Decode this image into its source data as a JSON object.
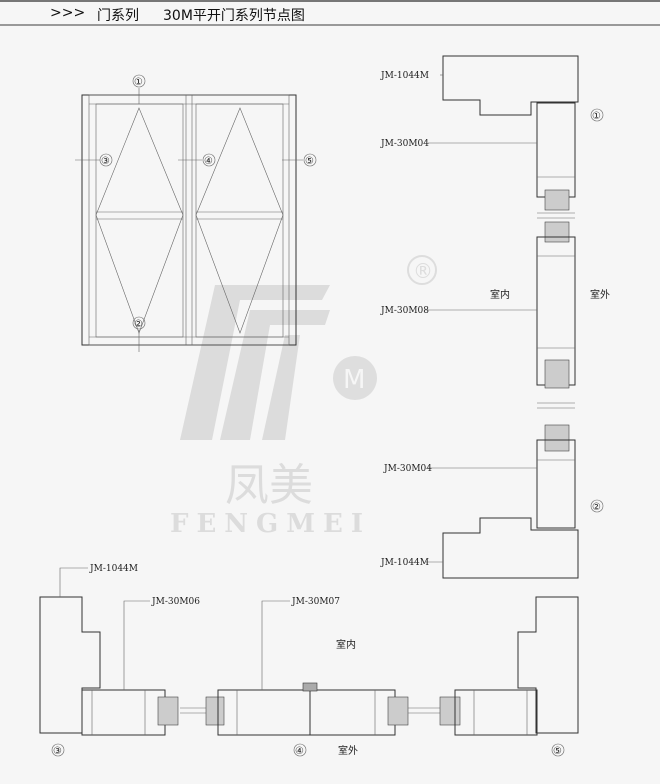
{
  "header": {
    "prefix": ">>>",
    "category": "门系列",
    "title": "30M平开门系列节点图"
  },
  "elevation": {
    "markers": [
      "①",
      "②",
      "③",
      "④",
      "⑤"
    ]
  },
  "vertical_section": {
    "labels": [
      "JM-1044M",
      "JM-30M04",
      "JM-30M08",
      "JM-30M04",
      "JM-1044M"
    ],
    "interior": "室内",
    "exterior": "室外",
    "markers": [
      "①",
      "②"
    ]
  },
  "horizontal_section": {
    "labels": [
      "JM-1044M",
      "JM-30M06",
      "JM-30M07"
    ],
    "interior": "室内",
    "exterior": "室外",
    "markers": [
      "③",
      "④",
      "⑤"
    ]
  },
  "watermark": {
    "brand_cn": "凤美",
    "brand_en": "FENGMEI",
    "registered": "®"
  }
}
